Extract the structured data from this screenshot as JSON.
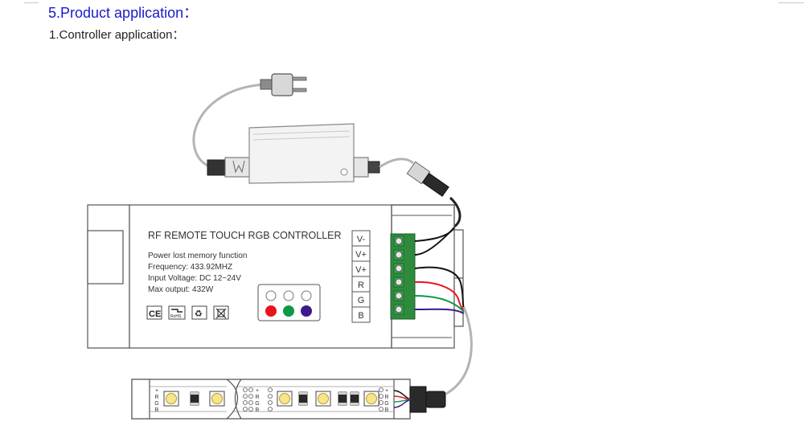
{
  "section_title": "5.Product application：",
  "subsection_title": "1.Controller application：",
  "controller": {
    "title": "RF REMOTE TOUCH RGB CONTROLLER",
    "specs": [
      "Power lost memory function",
      "Frequency: 433.92MHZ",
      "Input Voltage: DC 12~24V",
      "Max output: 432W"
    ],
    "terminals": [
      "V-",
      "V+",
      "V+",
      "R",
      "G",
      "B"
    ],
    "indicator_colors": [
      "#e8141c",
      "#0a9a46",
      "#3d1a8a"
    ],
    "cert_marks": [
      "CE",
      "RoHS",
      "recycle",
      "weee"
    ]
  },
  "wire_colors": {
    "black": "#111111",
    "red": "#e8141c",
    "green": "#0a9a46",
    "blue": "#3d1a8a",
    "cable": "#b4b4b4"
  },
  "strip": {
    "rgb_pads": [
      "+",
      "R",
      "G",
      "B"
    ]
  }
}
